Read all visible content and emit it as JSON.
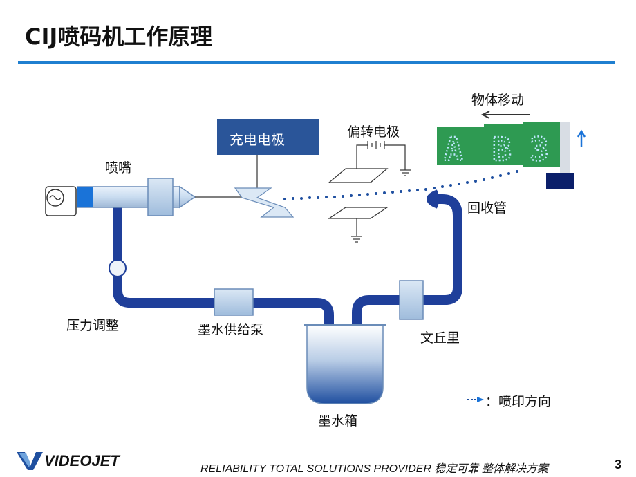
{
  "slide": {
    "title": "CIJ喷码机工作原理",
    "page_number": "3"
  },
  "diagram": {
    "labels": {
      "nozzle": "喷嘴",
      "charge_electrode": "充电电极",
      "deflection_electrode": "偏转电极",
      "object_moving": "物体移动",
      "return_tube": "回收管",
      "pressure_regulator": "压力调整",
      "ink_pump": "墨水供给泵",
      "venturi": "文丘里",
      "ink_tank": "墨水箱",
      "print_direction": "：喷印方向"
    },
    "printed_characters": [
      "A",
      "B",
      "3"
    ]
  },
  "footer": {
    "brand": "VIDEOJET",
    "tagline": "RELIABILITY TOTAL SOLUTIONS PROVIDER  稳定可靠 整体解决方案"
  },
  "colors": {
    "accent": "#1f7fd0",
    "pipe": "#1f3f9a",
    "electrode_box": "#2a5599",
    "print_panel": "#2e9a52"
  }
}
